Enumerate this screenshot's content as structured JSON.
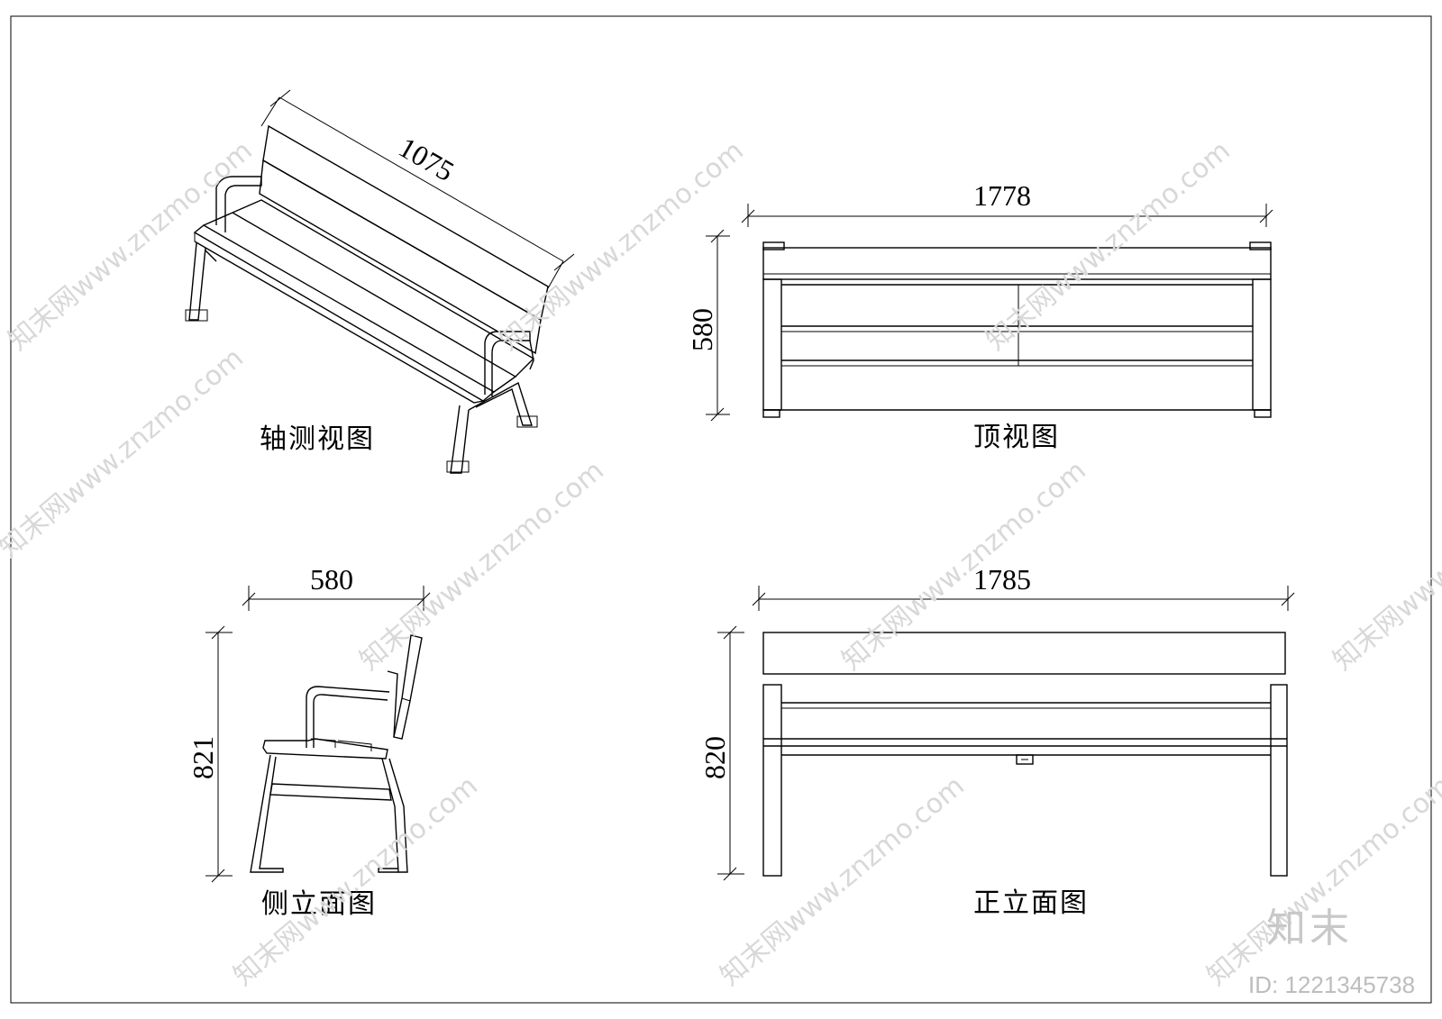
{
  "views": {
    "axonometric": {
      "title": "轴测视图",
      "dim_length": "1075"
    },
    "top": {
      "title": "顶视图",
      "dim_width": "1778",
      "dim_depth": "580"
    },
    "side": {
      "title": "侧立面图",
      "dim_depth": "580",
      "dim_height": "821"
    },
    "front": {
      "title": "正立面图",
      "dim_width": "1785",
      "dim_height": "820"
    }
  },
  "watermark": {
    "text": "知末网www.znzmo.com",
    "brand": "知末",
    "id_label": "ID: 1221345738"
  },
  "colors": {
    "line": "#000000",
    "watermark": "#d8d8d8"
  }
}
